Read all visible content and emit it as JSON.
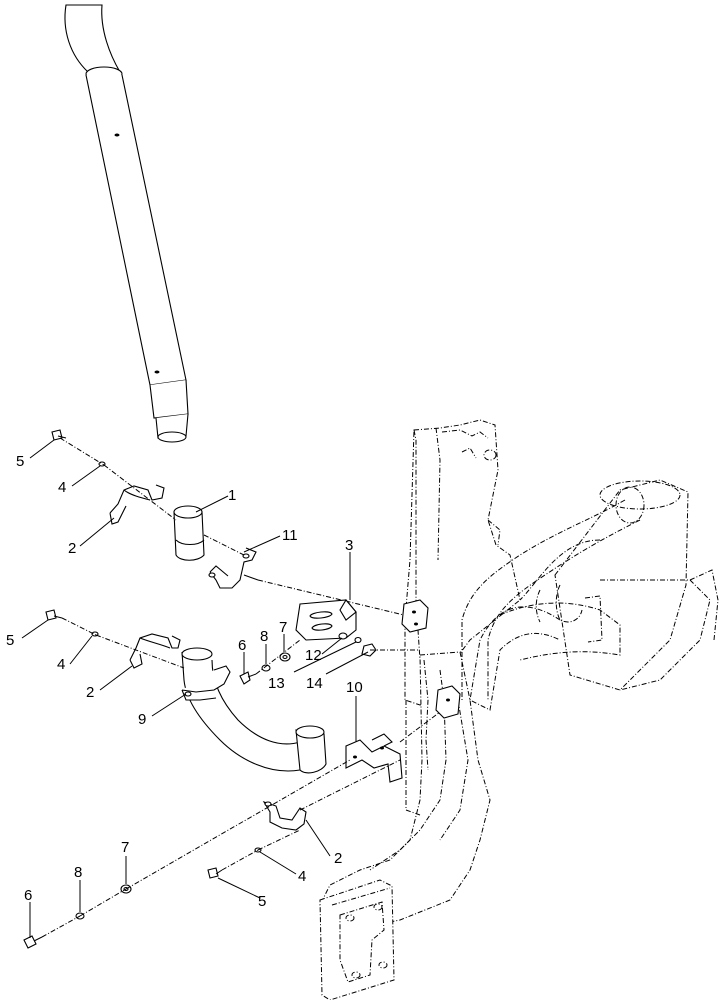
{
  "callouts": [
    {
      "id": "c1",
      "label": "1"
    },
    {
      "id": "c2a",
      "label": "2"
    },
    {
      "id": "c2b",
      "label": "2"
    },
    {
      "id": "c2c",
      "label": "2"
    },
    {
      "id": "c3",
      "label": "3"
    },
    {
      "id": "c4a",
      "label": "4"
    },
    {
      "id": "c4b",
      "label": "4"
    },
    {
      "id": "c4c",
      "label": "4"
    },
    {
      "id": "c5a",
      "label": "5"
    },
    {
      "id": "c5b",
      "label": "5"
    },
    {
      "id": "c5c",
      "label": "5"
    },
    {
      "id": "c6a",
      "label": "6"
    },
    {
      "id": "c6b",
      "label": "6"
    },
    {
      "id": "c7a",
      "label": "7"
    },
    {
      "id": "c7b",
      "label": "7"
    },
    {
      "id": "c8a",
      "label": "8"
    },
    {
      "id": "c8b",
      "label": "8"
    },
    {
      "id": "c9",
      "label": "9"
    },
    {
      "id": "c10",
      "label": "10"
    },
    {
      "id": "c11",
      "label": "11"
    },
    {
      "id": "c12",
      "label": "12"
    },
    {
      "id": "c13",
      "label": "13"
    },
    {
      "id": "c14",
      "label": "14"
    }
  ]
}
